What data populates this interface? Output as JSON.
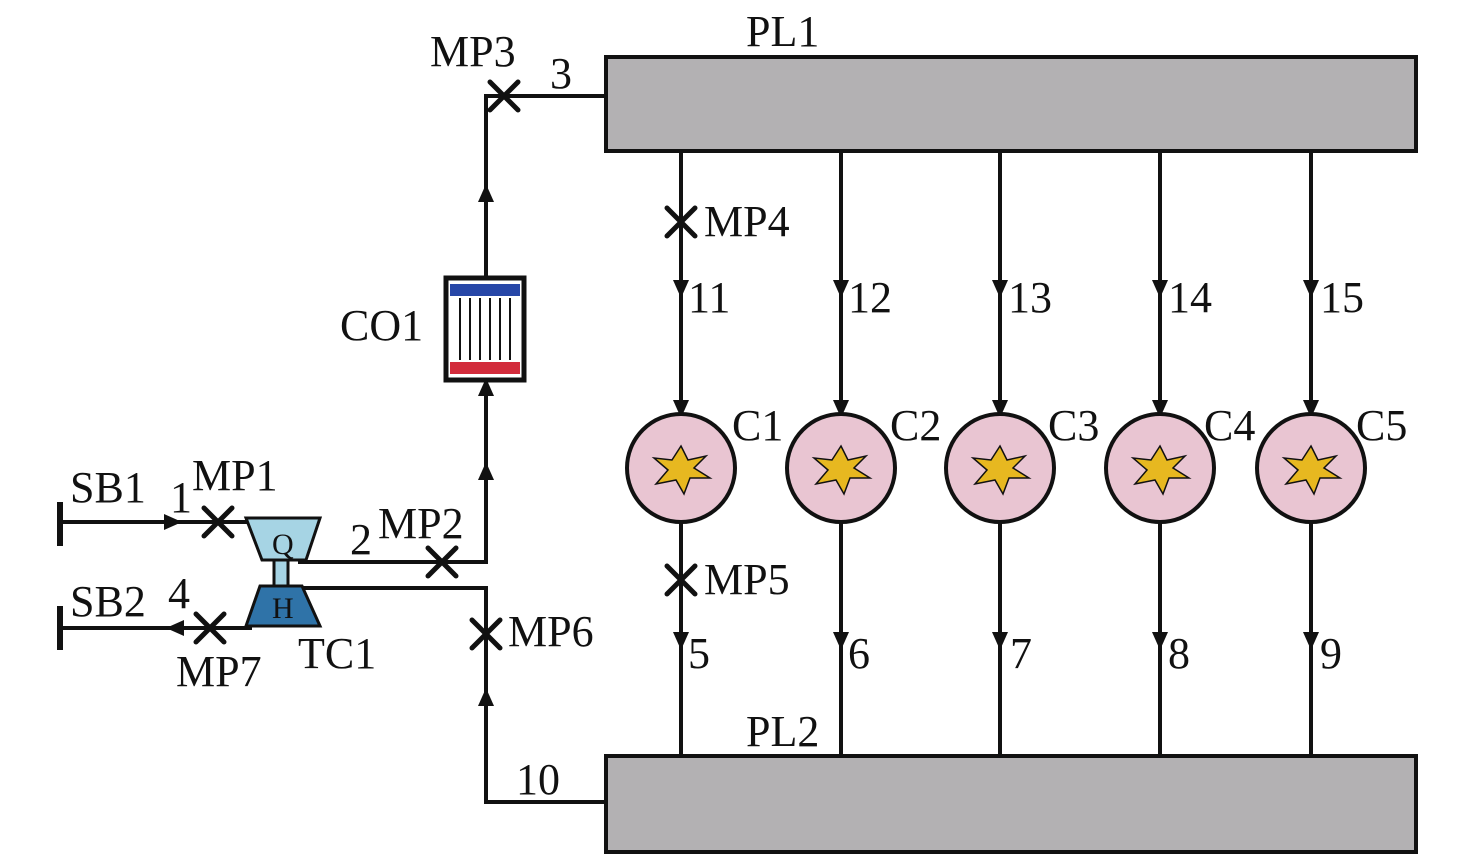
{
  "colors": {
    "plenum": "#b3b1b3",
    "cabin": "#e9c5d2",
    "spark": "#e7b820",
    "compressor": "#a6d4e4",
    "turbine": "#2f73a8",
    "cooler_top": "#2747a8",
    "cooler_bottom": "#d22b3b",
    "line": "#111111"
  },
  "plenums": {
    "top": "PL1",
    "bottom": "PL2"
  },
  "cooler": "CO1",
  "turbocharger": {
    "label": "TC1",
    "compressor_glyph": "Q",
    "turbine_glyph": "H"
  },
  "boundaries": {
    "inlet": "SB1",
    "outlet": "SB2"
  },
  "measurement_points": [
    "MP1",
    "MP2",
    "MP3",
    "MP4",
    "MP5",
    "MP6",
    "MP7"
  ],
  "nodes": [
    "1",
    "2",
    "3",
    "4",
    "5",
    "6",
    "7",
    "8",
    "9",
    "10",
    "11",
    "12",
    "13",
    "14",
    "15"
  ],
  "cylinders": [
    "C1",
    "C2",
    "C3",
    "C4",
    "C5"
  ]
}
